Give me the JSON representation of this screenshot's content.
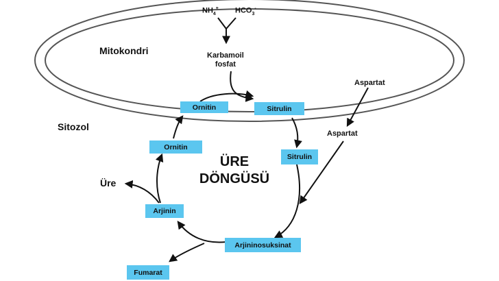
{
  "compartments": {
    "mitochondria": "Mitokondri",
    "cytosol": "Sitozol"
  },
  "inputs": {
    "ammonium": "NH",
    "ammonium_sub": "4",
    "ammonium_sup": "+",
    "bicarbonate": "HCO",
    "bicarbonate_sub": "3",
    "bicarbonate_sup": "-"
  },
  "carbamoyl_phosphate": {
    "line1": "Karbamoil",
    "line2": "fosfat"
  },
  "aspartate_mito": "Aspartat",
  "aspartate_cyto": "Aspartat",
  "cycle_title": {
    "line1": "ÜRE",
    "line2": "DÖNGÜSÜ"
  },
  "metabolites": {
    "ornithin_mito": "Ornitin",
    "citrulline_mito": "Sitrulin",
    "ornithin_cyto": "Ornitin",
    "citrulline_cyto": "Sitrulin",
    "arginine": "Arjinin",
    "argininosuccinate": "Arjininosuksinat",
    "fumarate": "Fumarat"
  },
  "urea": "Üre",
  "colors": {
    "box_fill": "#5bc6ef",
    "membrane": "#555555",
    "arrow": "#111111"
  }
}
